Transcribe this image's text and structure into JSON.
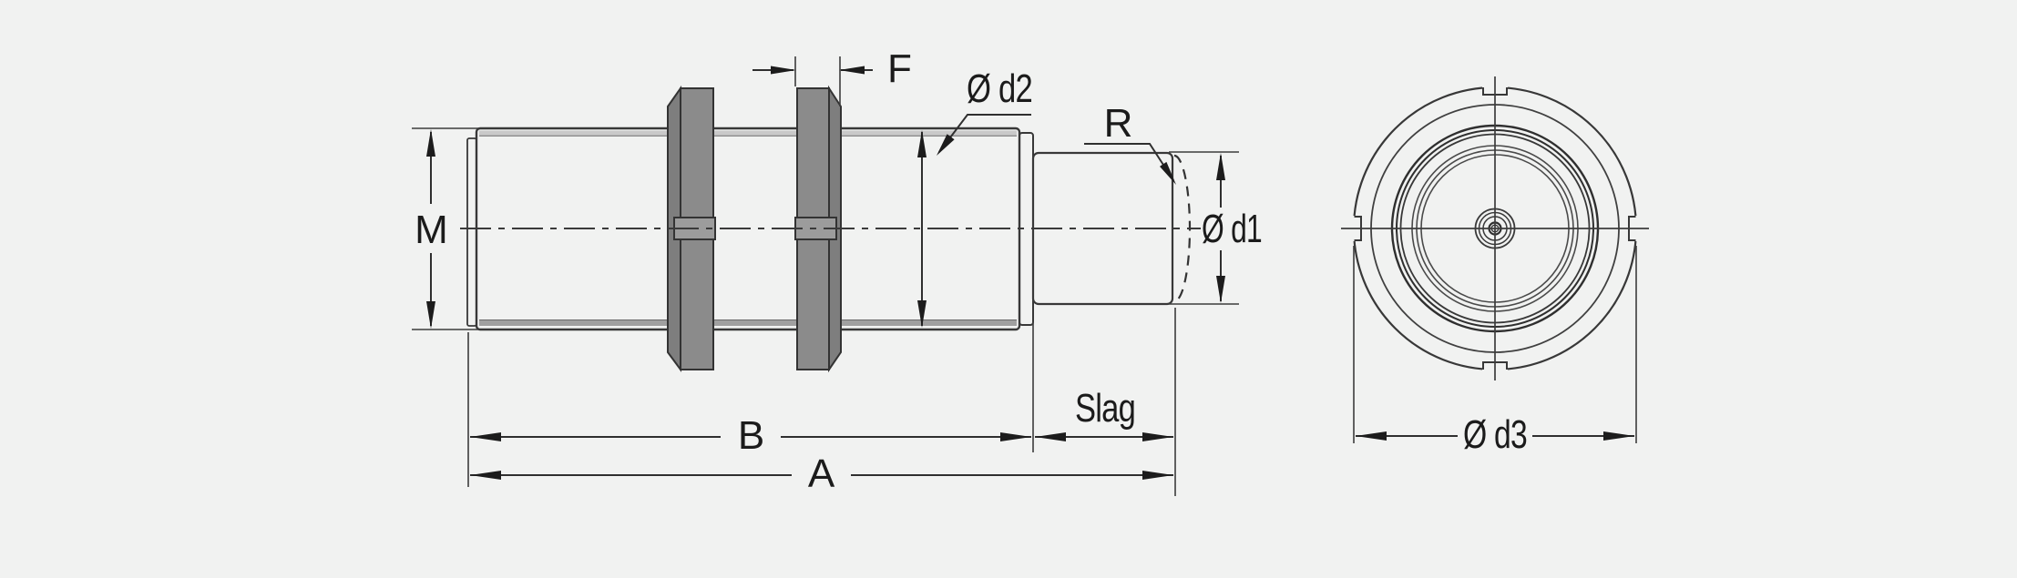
{
  "diagram": {
    "type": "technical-dimension-drawing",
    "views": {
      "side": "side-view-of-threaded-shock-absorber",
      "end": "end-view-circular"
    },
    "labels": {
      "m": "M",
      "f": "F",
      "d2": "Ø d2",
      "r": "R",
      "d1": "Ø d1",
      "slag": "Slag",
      "b": "B",
      "a": "A",
      "d3": "Ø d3"
    }
  },
  "colors": {
    "background": "#f1f2f1",
    "outline": "#383838",
    "dimension_line": "#2f2f2f",
    "label_text": "#1b1b1b",
    "body_highlight": "#ededed",
    "body_mid": "#9b9b9b",
    "body_shadow": "#7a7a7a",
    "nut_face": "#8b8b8b",
    "nut_side": "#7e7e7e",
    "nut_band": "#9c9c9c",
    "end_view_fill": "#e4e4e4"
  }
}
